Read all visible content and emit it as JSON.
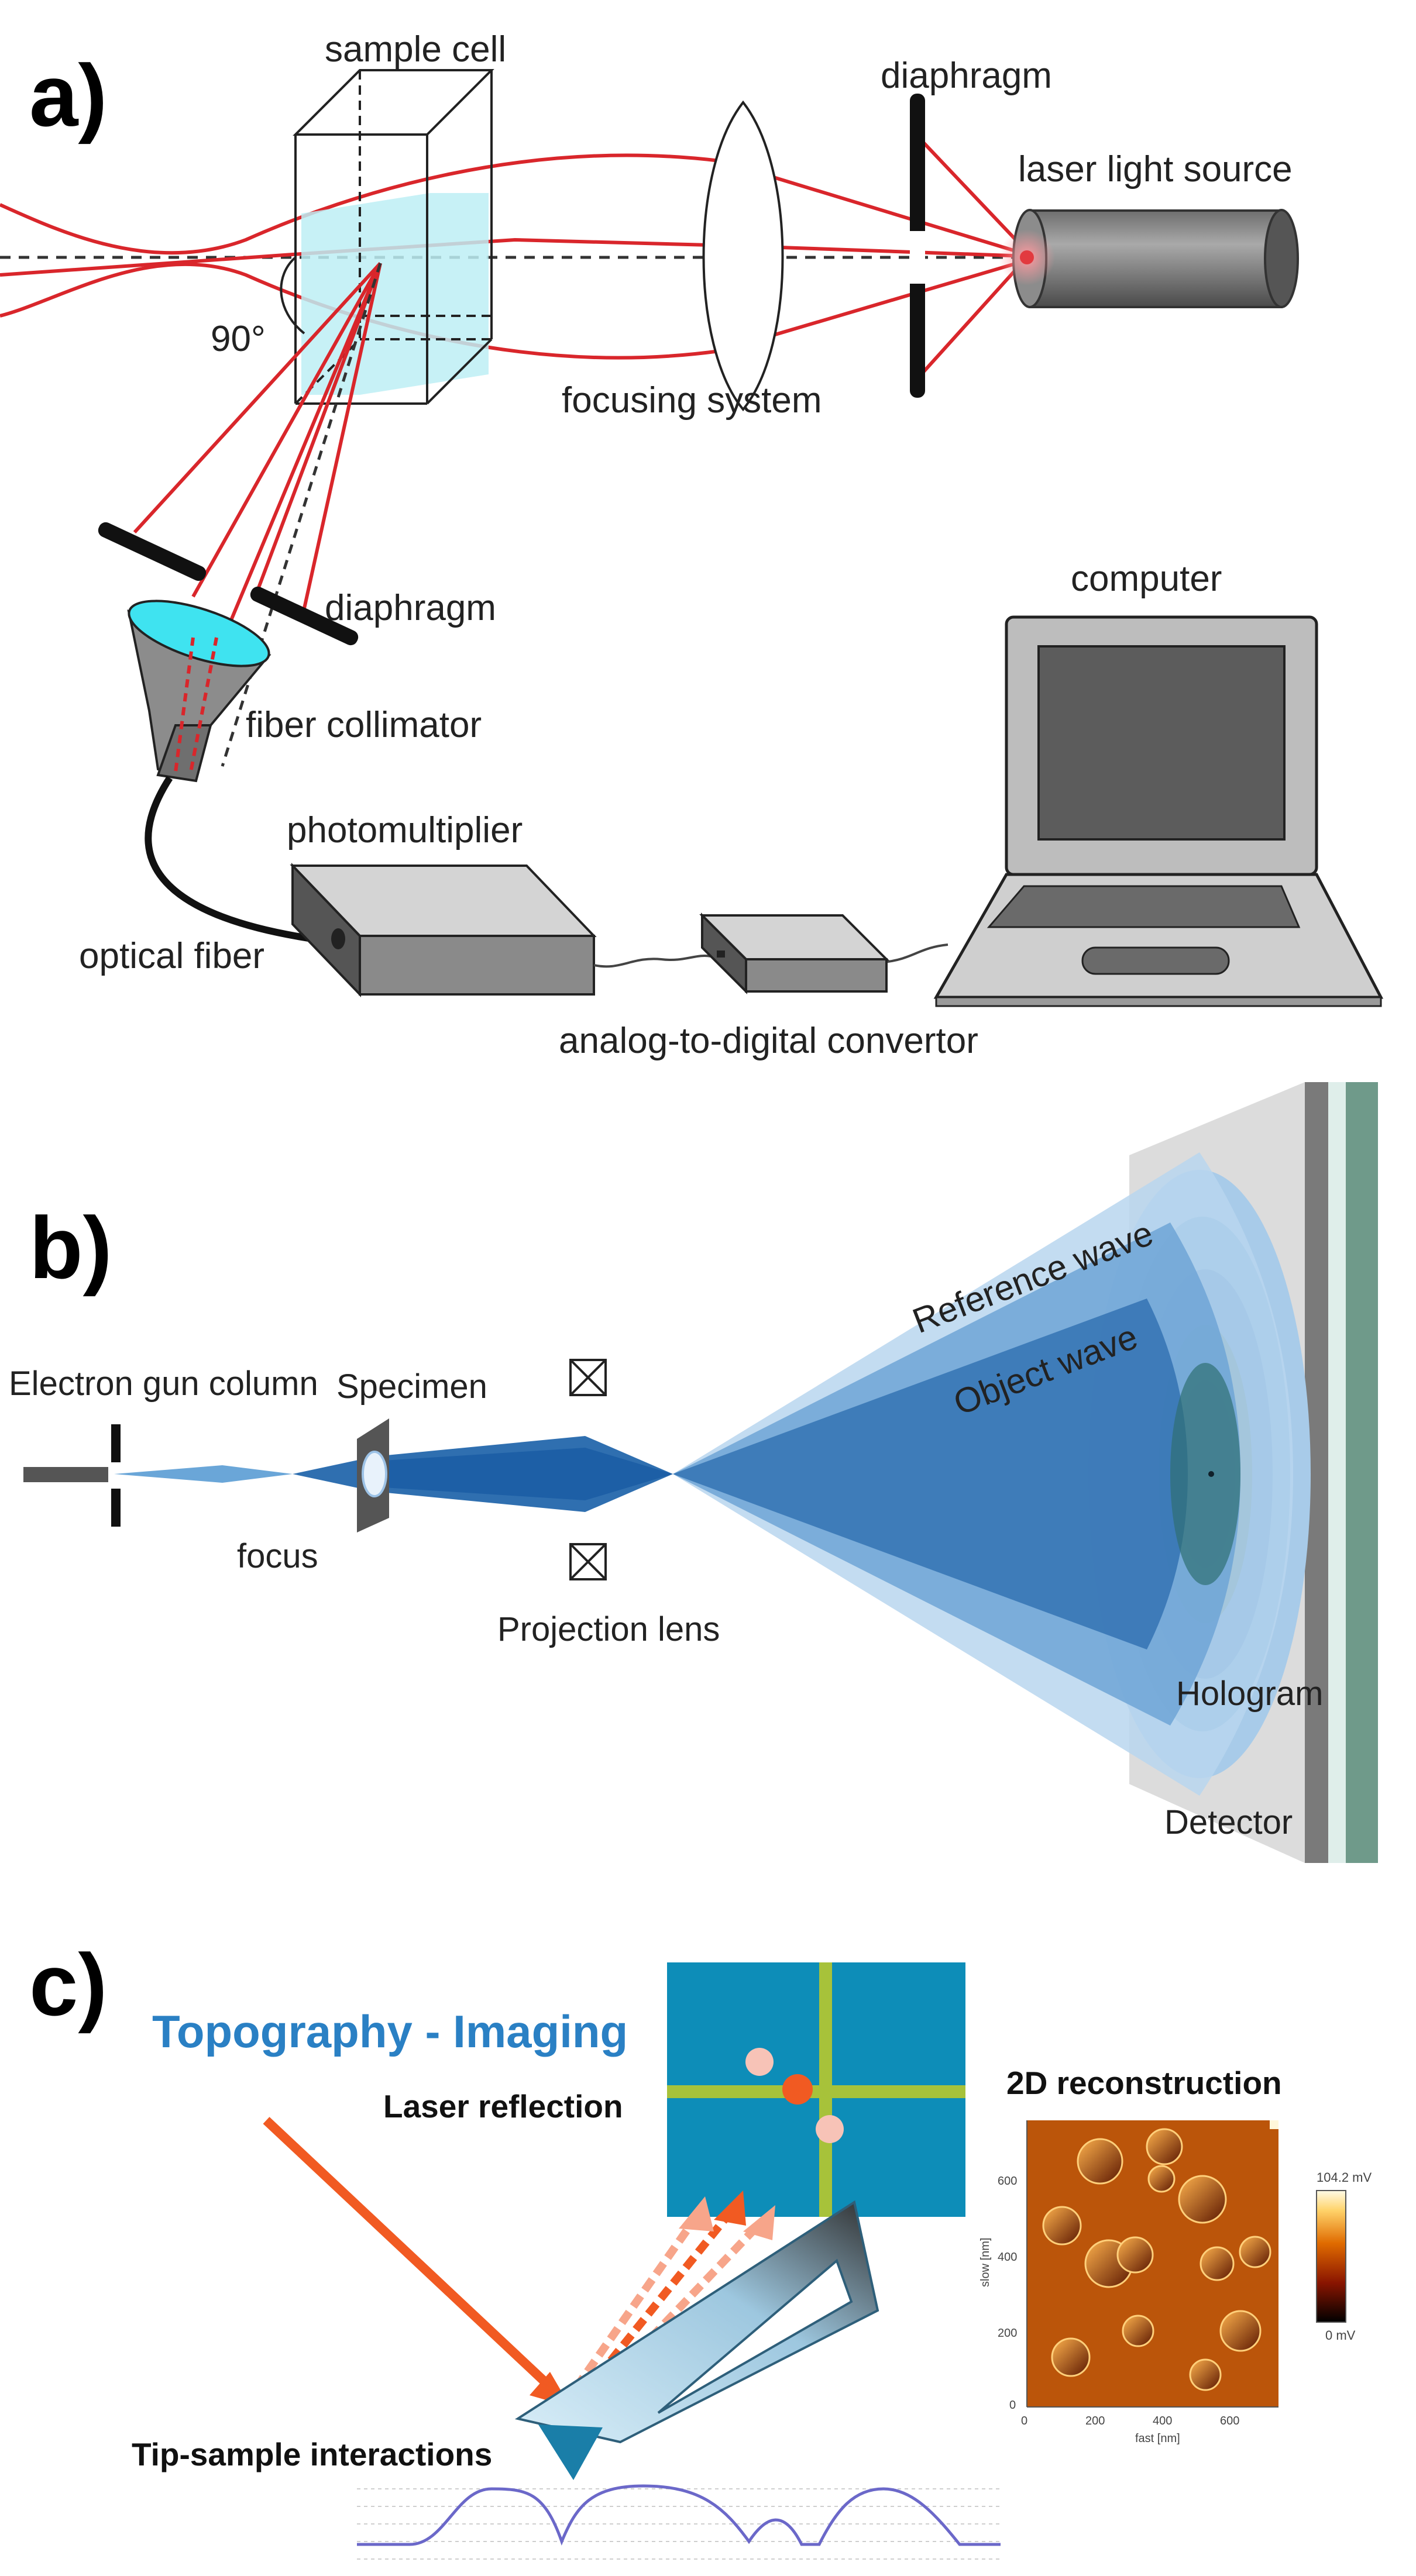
{
  "panel_a": {
    "letter": "a)",
    "sample_cell": "sample cell",
    "diaphragm_top": "diaphragm",
    "laser": "laser light source",
    "angle": "90°",
    "focusing": "focusing system",
    "computer": "computer",
    "diaphragm_bottom": "diaphragm",
    "collimator": "fiber collimator",
    "photomultiplier": "photomultiplier",
    "fiber": "optical fiber",
    "adc": "analog-to-digital convertor"
  },
  "panel_b": {
    "letter": "b)",
    "reference_wave": "Reference wave",
    "object_wave": "Object wave",
    "electron_gun": "Electron gun column",
    "specimen": "Specimen",
    "focus": "focus",
    "projection_lens": "Projection lens",
    "hologram": "Hologram",
    "detector": "Detector"
  },
  "panel_c": {
    "letter": "c)",
    "title": "Topography - Imaging",
    "laser_reflection": "Laser reflection",
    "reconstruction": "2D reconstruction",
    "tip_sample": "Tip-sample interactions",
    "colorbar_top": "104.2 mV",
    "colorbar_bottom": "0 mV",
    "x_axis_label": "fast [nm]",
    "y_axis_label": "slow [nm]",
    "x_ticks": [
      "0",
      "200",
      "400",
      "600"
    ],
    "y_ticks": [
      "0",
      "200",
      "400",
      "600"
    ]
  },
  "colors": {
    "laser_red": "#d9262b",
    "cell_cyan": "#bdeef5",
    "electron_blue": "#2f6fb0",
    "afm_title_blue": "#2a80c4",
    "afm_panel": "#0d8db8",
    "afm_cross": "#a7c23a",
    "afm_arrow": "#f15a22"
  }
}
